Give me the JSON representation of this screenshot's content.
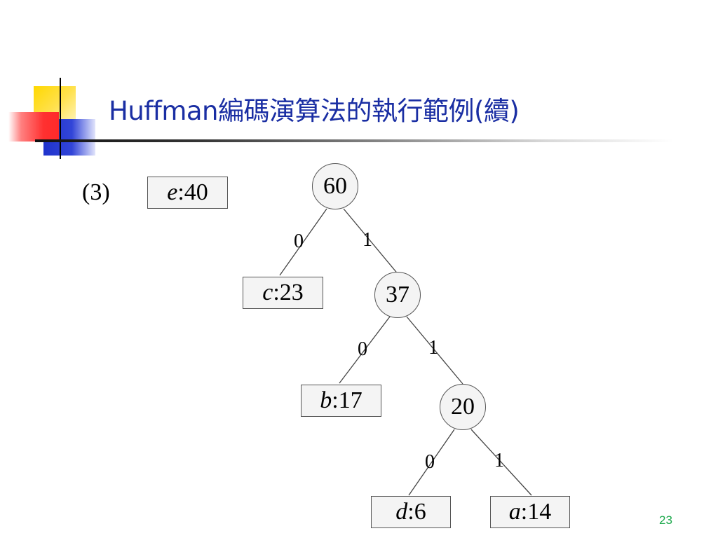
{
  "slide": {
    "title": "Huffman編碼演算法的執行範例(續)",
    "step_label": "(3)",
    "page_number": "23"
  },
  "tree": {
    "standalone_leaf": {
      "symbol": "e",
      "weight": ":40"
    },
    "internal_nodes": [
      "60",
      "37",
      "20"
    ],
    "leaves": [
      {
        "symbol": "c",
        "weight": ":23"
      },
      {
        "symbol": "b",
        "weight": ":17"
      },
      {
        "symbol": "d",
        "weight": ":6"
      },
      {
        "symbol": "a",
        "weight": ":14"
      }
    ],
    "edge_labels": [
      "0",
      "1",
      "0",
      "1",
      "0",
      "1"
    ]
  },
  "colors": {
    "title": "#1a2ea3",
    "page_number": "#1aa84a",
    "accent_yellow": "#ffd800",
    "accent_red": "#ff3030",
    "accent_blue": "#1f33cc"
  }
}
